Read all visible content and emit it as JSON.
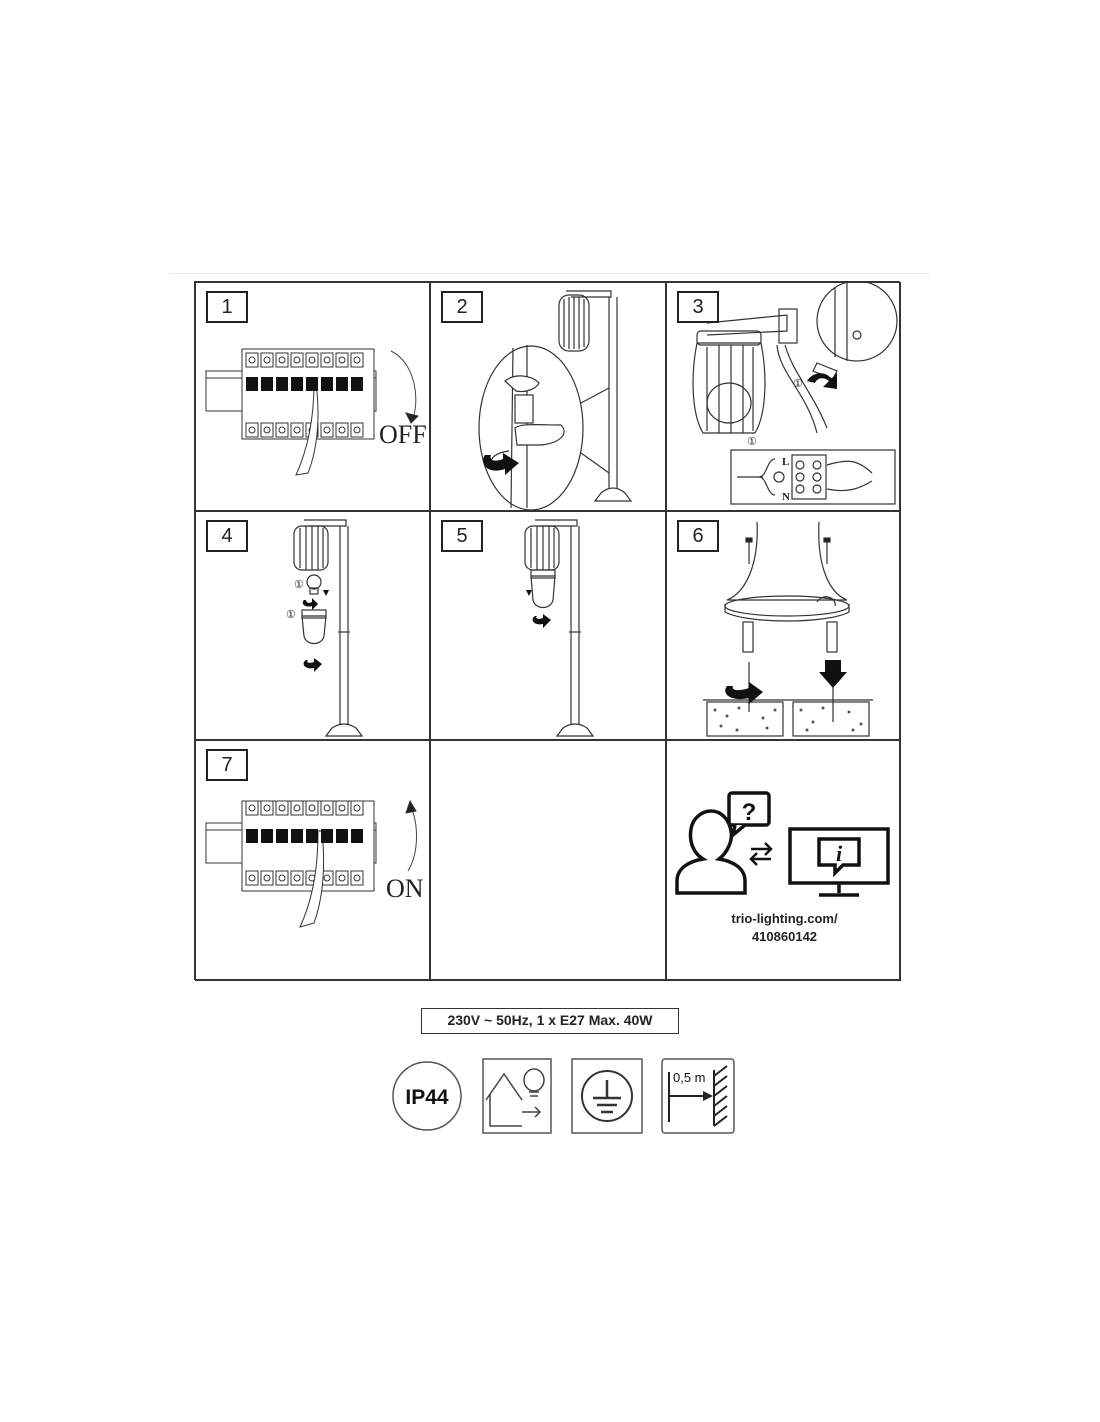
{
  "steps": [
    {
      "number": "1",
      "label": "OFF"
    },
    {
      "number": "2"
    },
    {
      "number": "3",
      "terminal_labels": [
        "L",
        "N"
      ],
      "callout": "①"
    },
    {
      "number": "4",
      "callout": "①"
    },
    {
      "number": "5"
    },
    {
      "number": "6"
    },
    {
      "number": "7",
      "label": "ON"
    }
  ],
  "info": {
    "question_mark": "?",
    "info_mark": "i",
    "url_line1": "trio-lighting.com/",
    "url_line2": "410860142"
  },
  "spec": "230V ~ 50Hz, 1 x E27 Max. 40W",
  "symbols": {
    "ip_rating": "IP44",
    "distance": "0,5 m",
    "icons": [
      "ip44-icon",
      "outdoor-use-icon",
      "earth-ground-icon",
      "min-distance-icon"
    ]
  }
}
